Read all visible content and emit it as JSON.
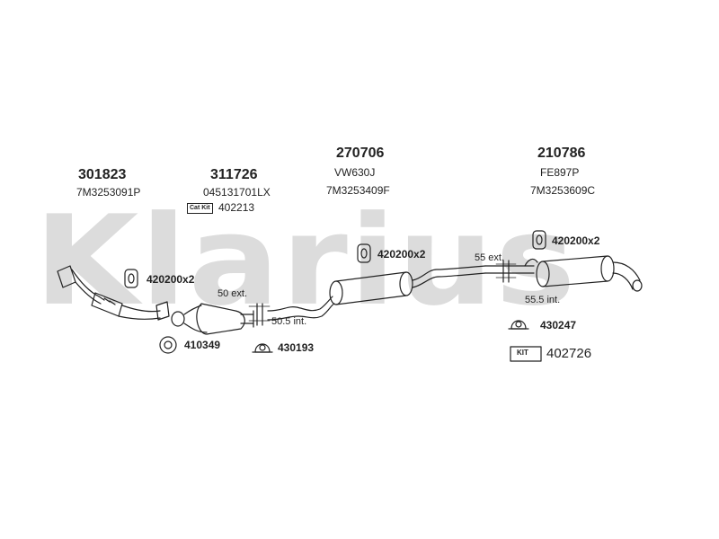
{
  "watermark": "Klarius",
  "parts": [
    {
      "number": "301823",
      "code": "7M3253091P"
    },
    {
      "number": "311726",
      "code": "045131701LX",
      "cat_kit_badge": "Cat Kit",
      "cat_kit_number": "402213"
    },
    {
      "number": "270706",
      "code1": "VW630J",
      "code2": "7M3253409F"
    },
    {
      "number": "210786",
      "code1": "FE897P",
      "code2": "7M3253609C"
    }
  ],
  "accessories": {
    "gasket_left": "420200x2",
    "gasket_middle": "420200x2",
    "gasket_right": "420200x2",
    "ring": "410349",
    "clamp_left": "430193",
    "clamp_right": "430247"
  },
  "dimensions": {
    "left_ext": "50 ext.",
    "left_int": "50.5 int.",
    "right_ext": "55 ext.",
    "right_int": "55.5 int."
  },
  "kit": {
    "badge": "KIT",
    "number": "402726"
  },
  "colors": {
    "watermark": "#dcdcdc",
    "line": "#222222"
  }
}
